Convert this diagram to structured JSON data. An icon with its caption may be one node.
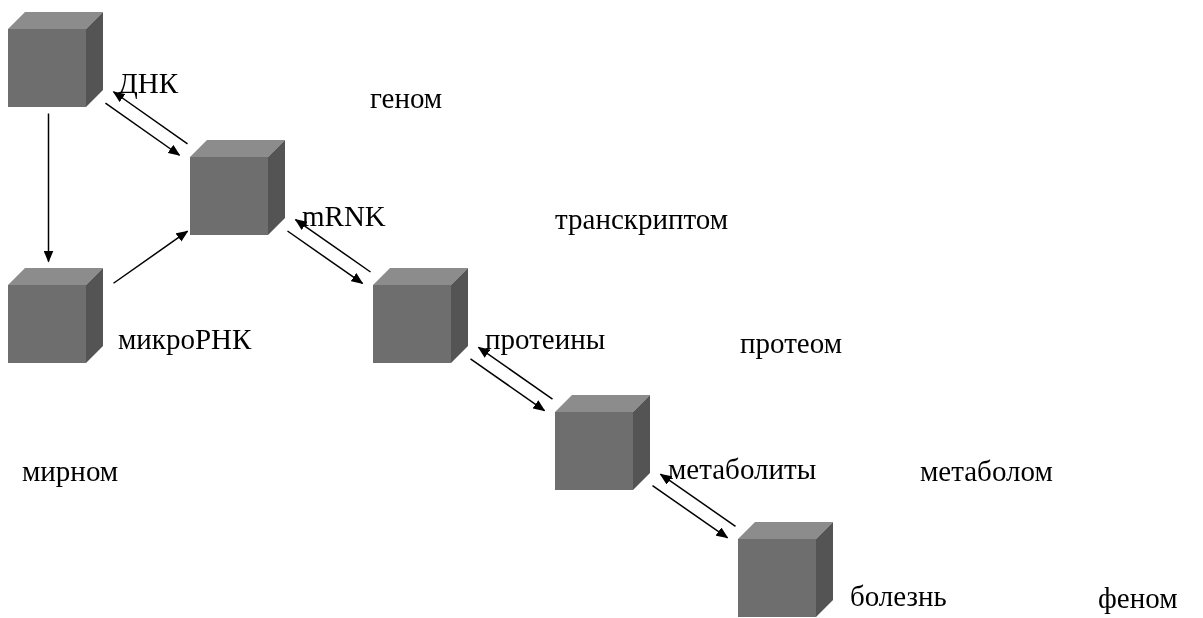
{
  "diagram": {
    "nodes": [
      {
        "text": [],
        "shape": "box",
        "beside": [
          "ДНК"
        ]
      },
      {
        "text": [],
        "shape": "box",
        "beside": [
          "mRNK"
        ]
      },
      {
        "text": [],
        "shape": "box",
        "beside": [
          "микроРНК"
        ]
      },
      {
        "text": [],
        "shape": "box",
        "beside": [
          "протеины"
        ]
      },
      {
        "text": [],
        "shape": "box",
        "beside": [
          "метаболиты"
        ]
      },
      {
        "text": [],
        "shape": "box",
        "beside": [
          "болезнь"
        ]
      }
    ],
    "edges": [
      {
        "from": 0,
        "to": 1,
        "arrow": "to"
      },
      {
        "from": 1,
        "to": 0,
        "arrow": "to"
      },
      {
        "from": 0,
        "to": 2,
        "arrow": "to"
      },
      {
        "from": 2,
        "to": 1,
        "arrow": "to"
      },
      {
        "from": 1,
        "to": 3,
        "arrow": "to"
      },
      {
        "from": 3,
        "to": 1,
        "arrow": "to"
      },
      {
        "from": 3,
        "to": 4,
        "arrow": "to"
      },
      {
        "from": 4,
        "to": 3,
        "arrow": "to"
      },
      {
        "from": 4,
        "to": 5,
        "arrow": "to"
      },
      {
        "from": 5,
        "to": 4,
        "arrow": "to"
      }
    ],
    "labels": [
      "геном",
      "транскриптом",
      "протеом",
      "мирном",
      "метаболом",
      "феном"
    ]
  }
}
